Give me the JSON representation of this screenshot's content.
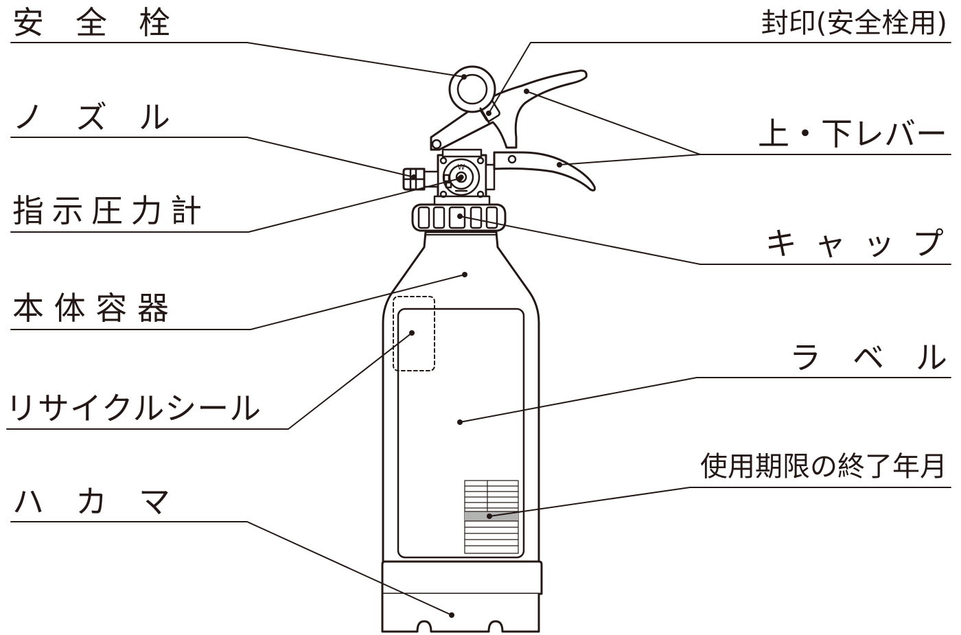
{
  "labels": {
    "anzen_sen": "安　全　栓",
    "nozzle": "ノ　ズ　ル",
    "shiji_atsuryokukei": "指示圧力計",
    "hontai_youki": "本 体 容 器",
    "recycle_seal": "リサイクルシール",
    "hakama": "ハ　カ　マ",
    "fuuin": "封印(安全栓用)",
    "lever": "上・下レバー",
    "cap": "キャップ",
    "label": "ラ　ベ　ル",
    "expiry": "使用期限の終了年月"
  },
  "gauge_mark": "W",
  "colors": {
    "line": "#231815",
    "body_fill": "#ffffff",
    "expiry_band": "#b3b3b3"
  }
}
